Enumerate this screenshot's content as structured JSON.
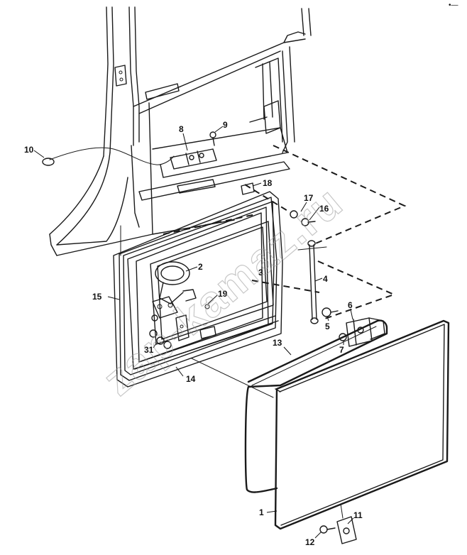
{
  "diagram": {
    "watermark": "zap-kamaz.ru",
    "corner_mark": "•—",
    "callouts": [
      {
        "id": "1",
        "label": "1"
      },
      {
        "id": "2",
        "label": "2"
      },
      {
        "id": "3",
        "label": "3"
      },
      {
        "id": "4",
        "label": "4"
      },
      {
        "id": "5",
        "label": "5"
      },
      {
        "id": "6",
        "label": "6"
      },
      {
        "id": "7",
        "label": "7"
      },
      {
        "id": "8",
        "label": "8"
      },
      {
        "id": "9",
        "label": "9"
      },
      {
        "id": "10",
        "label": "10"
      },
      {
        "id": "11",
        "label": "11"
      },
      {
        "id": "12",
        "label": "12"
      },
      {
        "id": "13",
        "label": "13"
      },
      {
        "id": "14",
        "label": "14"
      },
      {
        "id": "15",
        "label": "15"
      },
      {
        "id": "16",
        "label": "16"
      },
      {
        "id": "17",
        "label": "17"
      },
      {
        "id": "18",
        "label": "18"
      },
      {
        "id": "19",
        "label": "19"
      },
      {
        "id": "31",
        "label": "31"
      }
    ]
  }
}
